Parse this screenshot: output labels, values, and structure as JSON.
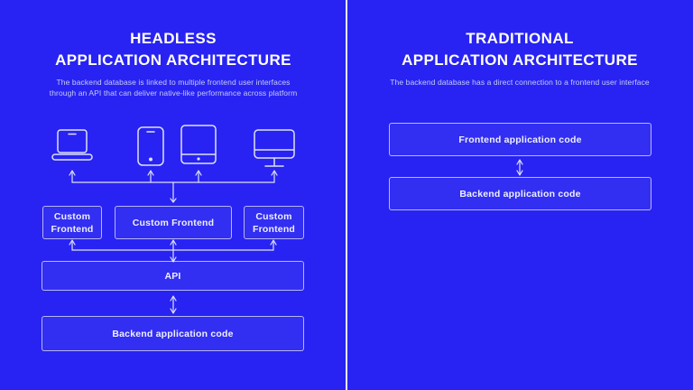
{
  "colors": {
    "background": "#2823f2",
    "divider": "#f0f1fa",
    "box_border": "rgba(255,255,255,0.65)",
    "box_fill": "rgba(255,255,255,0.05)",
    "title_text": "#ffffff",
    "subtitle_text": "#c6cbf7",
    "box_text": "#eef0ff",
    "line_color": "#dde1fb"
  },
  "left_panel": {
    "title_line1": "HEADLESS",
    "title_line2": "APPLICATION ARCHITECTURE",
    "subtitle_line1": "The backend database is linked to multiple frontend user interfaces",
    "subtitle_line2": "through an API that can deliver native-like performance across platform",
    "device_icons": [
      "laptop-icon",
      "smartphone-icon",
      "tablet-icon",
      "desktop-monitor-icon"
    ],
    "frontend_boxes": [
      {
        "label": "Custom Frontend"
      },
      {
        "label": "Custom Frontend"
      },
      {
        "label": "Custom Frontend"
      }
    ],
    "api_box_label": "API",
    "backend_box_label": "Backend application code"
  },
  "right_panel": {
    "title_line1": "TRADITIONAL",
    "title_line2": "APPLICATION ARCHITECTURE",
    "subtitle_line1": "The backend database has a direct connection to a frontend user interface",
    "frontend_box_label": "Frontend application code",
    "backend_box_label": "Backend application code"
  }
}
